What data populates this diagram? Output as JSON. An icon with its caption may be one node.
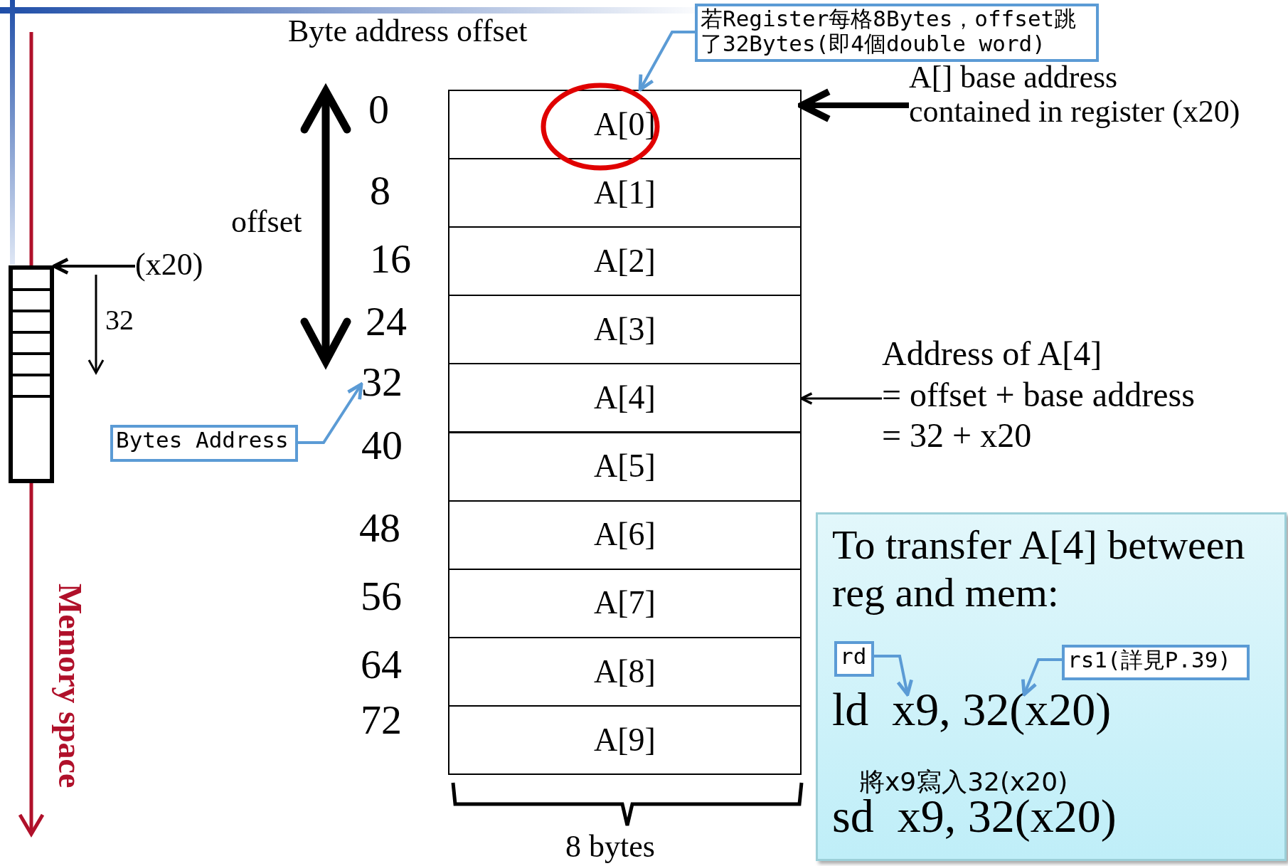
{
  "diagram": {
    "nodes": [
      {
        "text": [
          "若Register每格8Bytes，offset跳了32Bytes(即4個double word)"
        ]
      },
      {
        "text": [
          "A[] base address contained in register (x20)"
        ]
      },
      {
        "text": [
          "A[0]"
        ]
      },
      {
        "text": [
          "A[1]"
        ]
      },
      {
        "text": [
          "A[2]"
        ]
      },
      {
        "text": [
          "A[3]"
        ]
      },
      {
        "text": [
          "A[4]"
        ]
      },
      {
        "text": [
          "A[5]"
        ]
      },
      {
        "text": [
          "A[6]"
        ]
      },
      {
        "text": [
          "A[7]"
        ]
      },
      {
        "text": [
          "A[8]"
        ]
      },
      {
        "text": [
          "A[9]"
        ]
      },
      {
        "text": [
          "(x20)"
        ]
      },
      {
        "text": [],
        "shape": "box"
      },
      {
        "text": [
          "32"
        ]
      },
      {
        "text": [
          "Bytes Address"
        ]
      },
      {
        "text": [
          "Address of A[4]",
          "= offset + base address",
          "= 32 + x20"
        ]
      },
      {
        "text": [
          "To transfer A[4] between reg and mem:",
          "ld  x9, 32(x20)",
          "將x9寫入32(x20)",
          "sd  x9, 32(x20)"
        ]
      },
      {
        "text": [
          "rd"
        ],
        "in": 17
      },
      {
        "text": [
          "rs1(詳見P.39)"
        ],
        "in": 17
      }
    ],
    "edges": [
      {
        "from": 0,
        "to": 2,
        "arrow": "to",
        "color": "#5b9bd5"
      },
      {
        "from": 1,
        "to": 2,
        "arrow": "to",
        "style": "thick",
        "color": "#000000"
      },
      {
        "from": 12,
        "to": 13,
        "arrow": "to",
        "color": "#000000"
      },
      {
        "from": 15,
        "to": 14,
        "arrow": "to",
        "color": "#5b9bd5"
      },
      {
        "from": 16,
        "to": 6,
        "arrow": "to",
        "color": "#000000"
      },
      {
        "from": 18,
        "to": null,
        "arrow": "to",
        "color": "#5b9bd5"
      },
      {
        "from": 19,
        "to": null,
        "arrow": "to",
        "color": "#5b9bd5"
      }
    ],
    "labels": [
      "Byte address offset",
      "0",
      "8",
      "16",
      "24",
      "40",
      "48",
      "56",
      "64",
      "72",
      "offset",
      "32",
      "Memory space",
      "8 bytes"
    ]
  }
}
